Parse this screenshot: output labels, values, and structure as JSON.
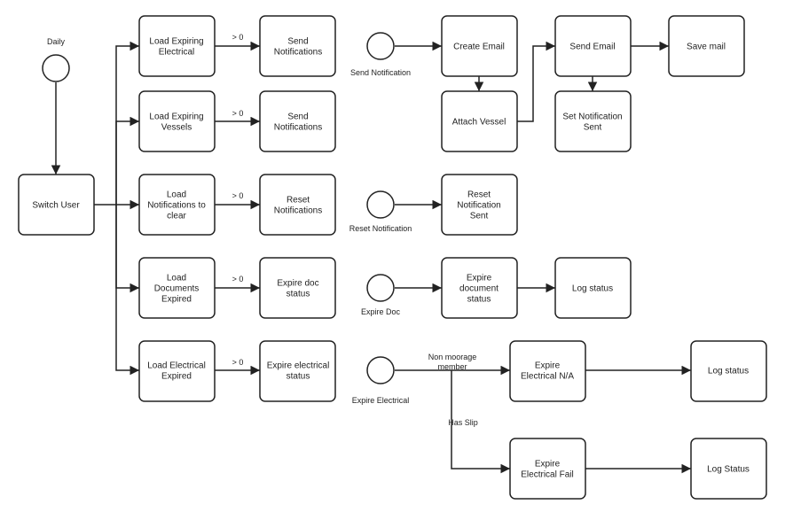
{
  "nodes": {
    "daily_start": {
      "label": "Daily"
    },
    "switch_user": {
      "lines": [
        "Switch User"
      ]
    },
    "load_exp_electrical": {
      "lines": [
        "Load Expiring",
        "Electrical"
      ]
    },
    "load_exp_vessels": {
      "lines": [
        "Load Expiring",
        "Vessels"
      ]
    },
    "load_notif_clear": {
      "lines": [
        "Load",
        "Notifications to",
        "clear"
      ]
    },
    "load_docs_expired": {
      "lines": [
        "Load",
        "Documents",
        "Expired"
      ]
    },
    "load_elec_expired": {
      "lines": [
        "Load Electrical",
        "Expired"
      ]
    },
    "send_notif_1": {
      "lines": [
        "Send",
        "Notifications"
      ]
    },
    "send_notif_2": {
      "lines": [
        "Send",
        "Notifications"
      ]
    },
    "reset_notifs": {
      "lines": [
        "Reset",
        "Notifications"
      ]
    },
    "expire_doc_status": {
      "lines": [
        "Expire doc",
        "status"
      ]
    },
    "expire_elec_status": {
      "lines": [
        "Expire electrical",
        "status"
      ]
    },
    "send_notification_event": {
      "label": "Send Notification"
    },
    "reset_notification_event": {
      "label": "Reset Notification"
    },
    "expire_doc_event": {
      "label": "Expire Doc"
    },
    "expire_electrical_event": {
      "label": "Expire Electrical"
    },
    "create_email": {
      "lines": [
        "Create Email"
      ]
    },
    "attach_vessel": {
      "lines": [
        "Attach Vessel"
      ]
    },
    "send_email": {
      "lines": [
        "Send Email"
      ]
    },
    "save_mail": {
      "lines": [
        "Save mail"
      ]
    },
    "set_notif_sent": {
      "lines": [
        "Set Notification",
        "Sent"
      ]
    },
    "reset_notif_sent": {
      "lines": [
        "Reset",
        "Notification",
        "Sent"
      ]
    },
    "expire_document_status": {
      "lines": [
        "Expire",
        "document",
        "status"
      ]
    },
    "log_status_1": {
      "lines": [
        "Log status"
      ]
    },
    "expire_elec_na": {
      "lines": [
        "Expire",
        "Electrical N/A"
      ]
    },
    "expire_elec_fail": {
      "lines": [
        "Expire",
        "Electrical Fail"
      ]
    },
    "log_status_2": {
      "lines": [
        "Log status"
      ]
    },
    "log_status_3": {
      "lines": [
        "Log Status"
      ]
    }
  },
  "edge_labels": {
    "gt0": "> 0",
    "non_moorage": [
      "Non moorage",
      "member"
    ],
    "has_slip": "Has Slip"
  },
  "colors": {
    "stroke": "#222222",
    "fill": "#ffffff",
    "background": "#ffffff"
  }
}
